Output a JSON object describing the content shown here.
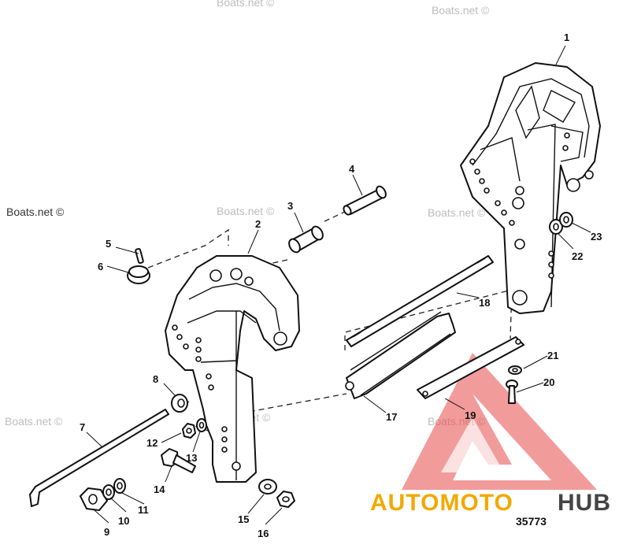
{
  "callouts": [
    "1",
    "2",
    "3",
    "4",
    "5",
    "6",
    "7",
    "8",
    "9",
    "10",
    "11",
    "12",
    "13",
    "14",
    "15",
    "16",
    "17",
    "18",
    "19",
    "20",
    "21",
    "22",
    "23"
  ],
  "diagram_code": "35773",
  "watermark": {
    "text": "Boats.net ©",
    "brand_part1": "AUTOMOTO",
    "brand_part2": "HUB",
    "brand_color_1": "#f2a900",
    "brand_color_2": "#444444",
    "logo_color": "#e84a4a"
  }
}
